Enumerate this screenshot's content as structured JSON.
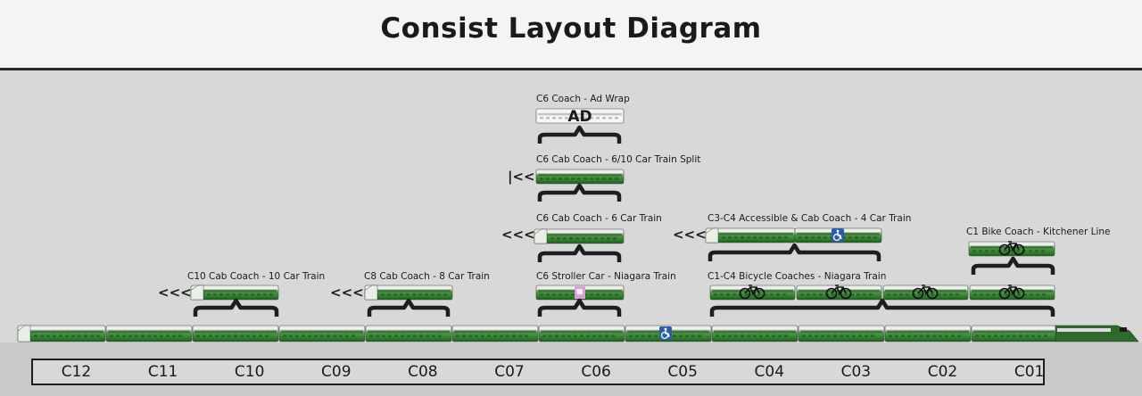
{
  "title": "Consist Layout Diagram",
  "colors": {
    "background": "#d8d8d8",
    "coach_green": "#2f7a2e",
    "coach_white": "#f2f2f2",
    "brace": "#1e1e1e",
    "accessible_blue": "#2a5fa8",
    "stroller_pink": "#d9a0d9"
  },
  "car_labels": [
    "C12",
    "C11",
    "C10",
    "C09",
    "C08",
    "C07",
    "C06",
    "C05",
    "C04",
    "C03",
    "C02",
    "C01"
  ],
  "variants": {
    "c10_cab": {
      "label": "C10 Cab Coach - 10 Car Train",
      "arrow": "<<<"
    },
    "c8_cab": {
      "label": "C8 Cab Coach - 8 Car Train",
      "arrow": "<<<"
    },
    "c6_stroller": {
      "label": "C6 Stroller Car - Niagara Train",
      "icon": "stroller-icon"
    },
    "c6_cab_6": {
      "label": "C6 Cab Coach - 6 Car Train",
      "arrow": "<<<"
    },
    "c6_cab_split": {
      "label": "C6 Cab Coach - 6/10 Car Train Split",
      "arrow": "|<<"
    },
    "c6_adwrap": {
      "label": "C6 Coach - Ad Wrap",
      "wrap_text": "AD"
    },
    "c1_c4_bike": {
      "label": "C1-C4 Bicycle Coaches - Niagara Train",
      "icon": "bicycle-icon"
    },
    "c3_c4_accessible": {
      "label": "C3-C4 Accessible & Cab Coach - 4 Car Train",
      "arrow": "<<<",
      "icon": "wheelchair-icon"
    },
    "c1_bike": {
      "label": "C1 Bike Coach - Kitchener Line",
      "icon": "bicycle-icon"
    }
  }
}
